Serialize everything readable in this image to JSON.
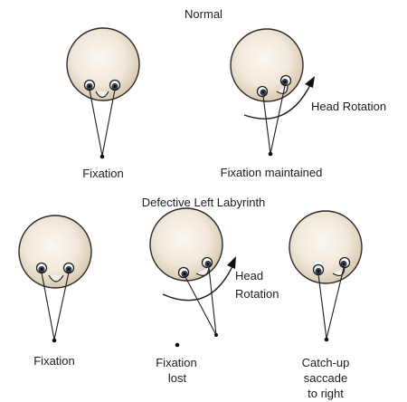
{
  "sections": {
    "normal": "Normal",
    "defective": "Defective Left Labyrinth"
  },
  "labels": {
    "fixation_top": "Fixation",
    "fixation_maintained": "Fixation maintained",
    "head_rotation_top": "Head Rotation",
    "fixation_bottom": "Fixation",
    "head_rotation_bottom_1": "Head",
    "head_rotation_bottom_2": "Rotation",
    "fixation_lost_1": "Fixation",
    "fixation_lost_2": "lost",
    "catchup_1": "Catch-up",
    "catchup_2": "saccade",
    "catchup_3": "to right"
  },
  "colors": {
    "head_fill_center": "#faf6ef",
    "head_fill_edge": "#d9cbb5",
    "outline": "#1e1e1e"
  }
}
